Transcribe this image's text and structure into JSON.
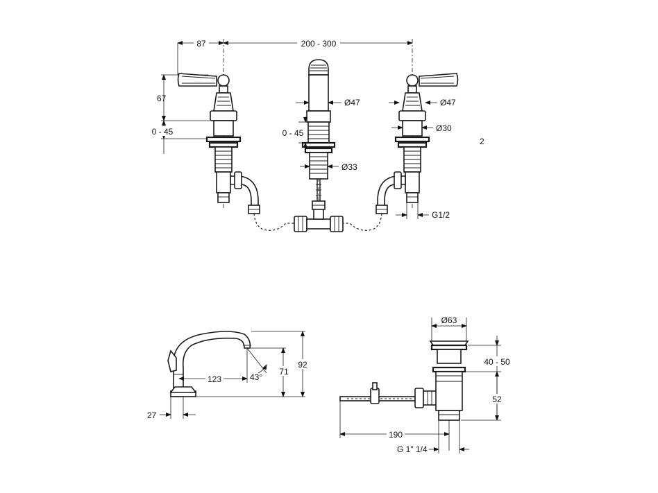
{
  "dimensions": {
    "handle_offset": "87",
    "spacing": "200 - 300",
    "handle_height": "67",
    "deck_left": "0 - 45",
    "deck_center": "0 - 45",
    "spout_body_dia": "Ø47",
    "valve_body_dia": "Ø47",
    "valve_shank_dia": "Ø30",
    "spout_shank_dia": "Ø33",
    "connection": "G1/2",
    "stray_mark": "2",
    "spout_height": "92",
    "spout_outlet_height": "71",
    "spout_reach": "123",
    "spout_angle": "43°",
    "spout_base_offset": "27",
    "waste_head_dia": "Ø63",
    "waste_flange": "40 - 50",
    "waste_body": "52",
    "waste_rod_length": "190",
    "waste_thread": "G 1\" 1/4"
  }
}
